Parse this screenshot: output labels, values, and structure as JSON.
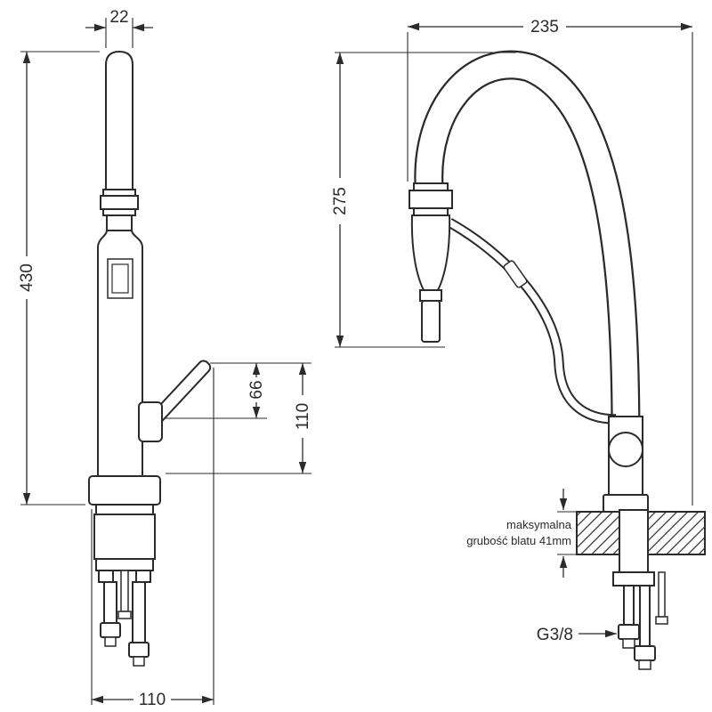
{
  "drawing": {
    "colors": {
      "line": "#2b2b2b",
      "background": "#ffffff"
    },
    "left_view": {
      "dim_spout_width": "22",
      "dim_total_height": "430",
      "dim_lever_height": "66",
      "dim_spout_height": "110",
      "dim_base_depth": "110"
    },
    "right_view": {
      "dim_overall_depth": "235",
      "dim_spout_height": "275",
      "note_line1": "maksymalna",
      "note_line2": "grubość blatu 41mm",
      "thread_label": "G3/8"
    }
  }
}
